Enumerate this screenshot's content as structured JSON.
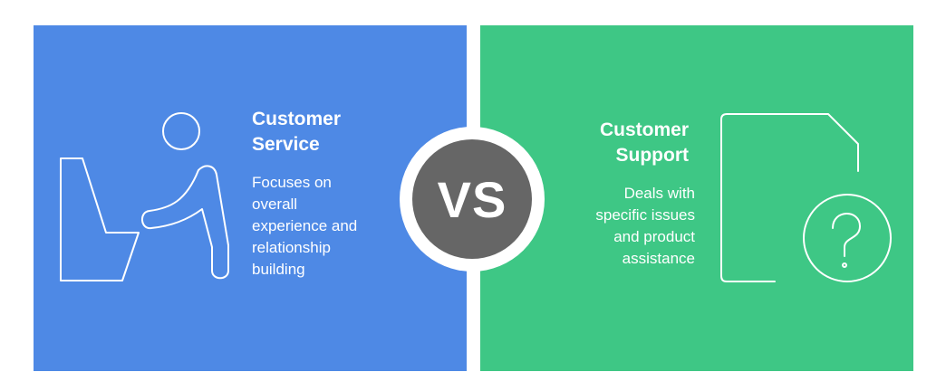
{
  "left": {
    "title_line1": "Customer",
    "title_line2": "Service",
    "desc_lines": [
      "Focuses on",
      "overall",
      "experience and",
      "relationship",
      "building"
    ],
    "color": "#4E89E5",
    "icon": "person-at-desk-icon"
  },
  "center": {
    "label": "VS",
    "color": "#666666"
  },
  "right": {
    "title_line1": "Customer",
    "title_line2": "Support",
    "desc_lines": [
      "Deals with",
      "specific issues",
      "and product",
      "assistance"
    ],
    "color": "#3EC785",
    "icon": "document-question-icon"
  }
}
